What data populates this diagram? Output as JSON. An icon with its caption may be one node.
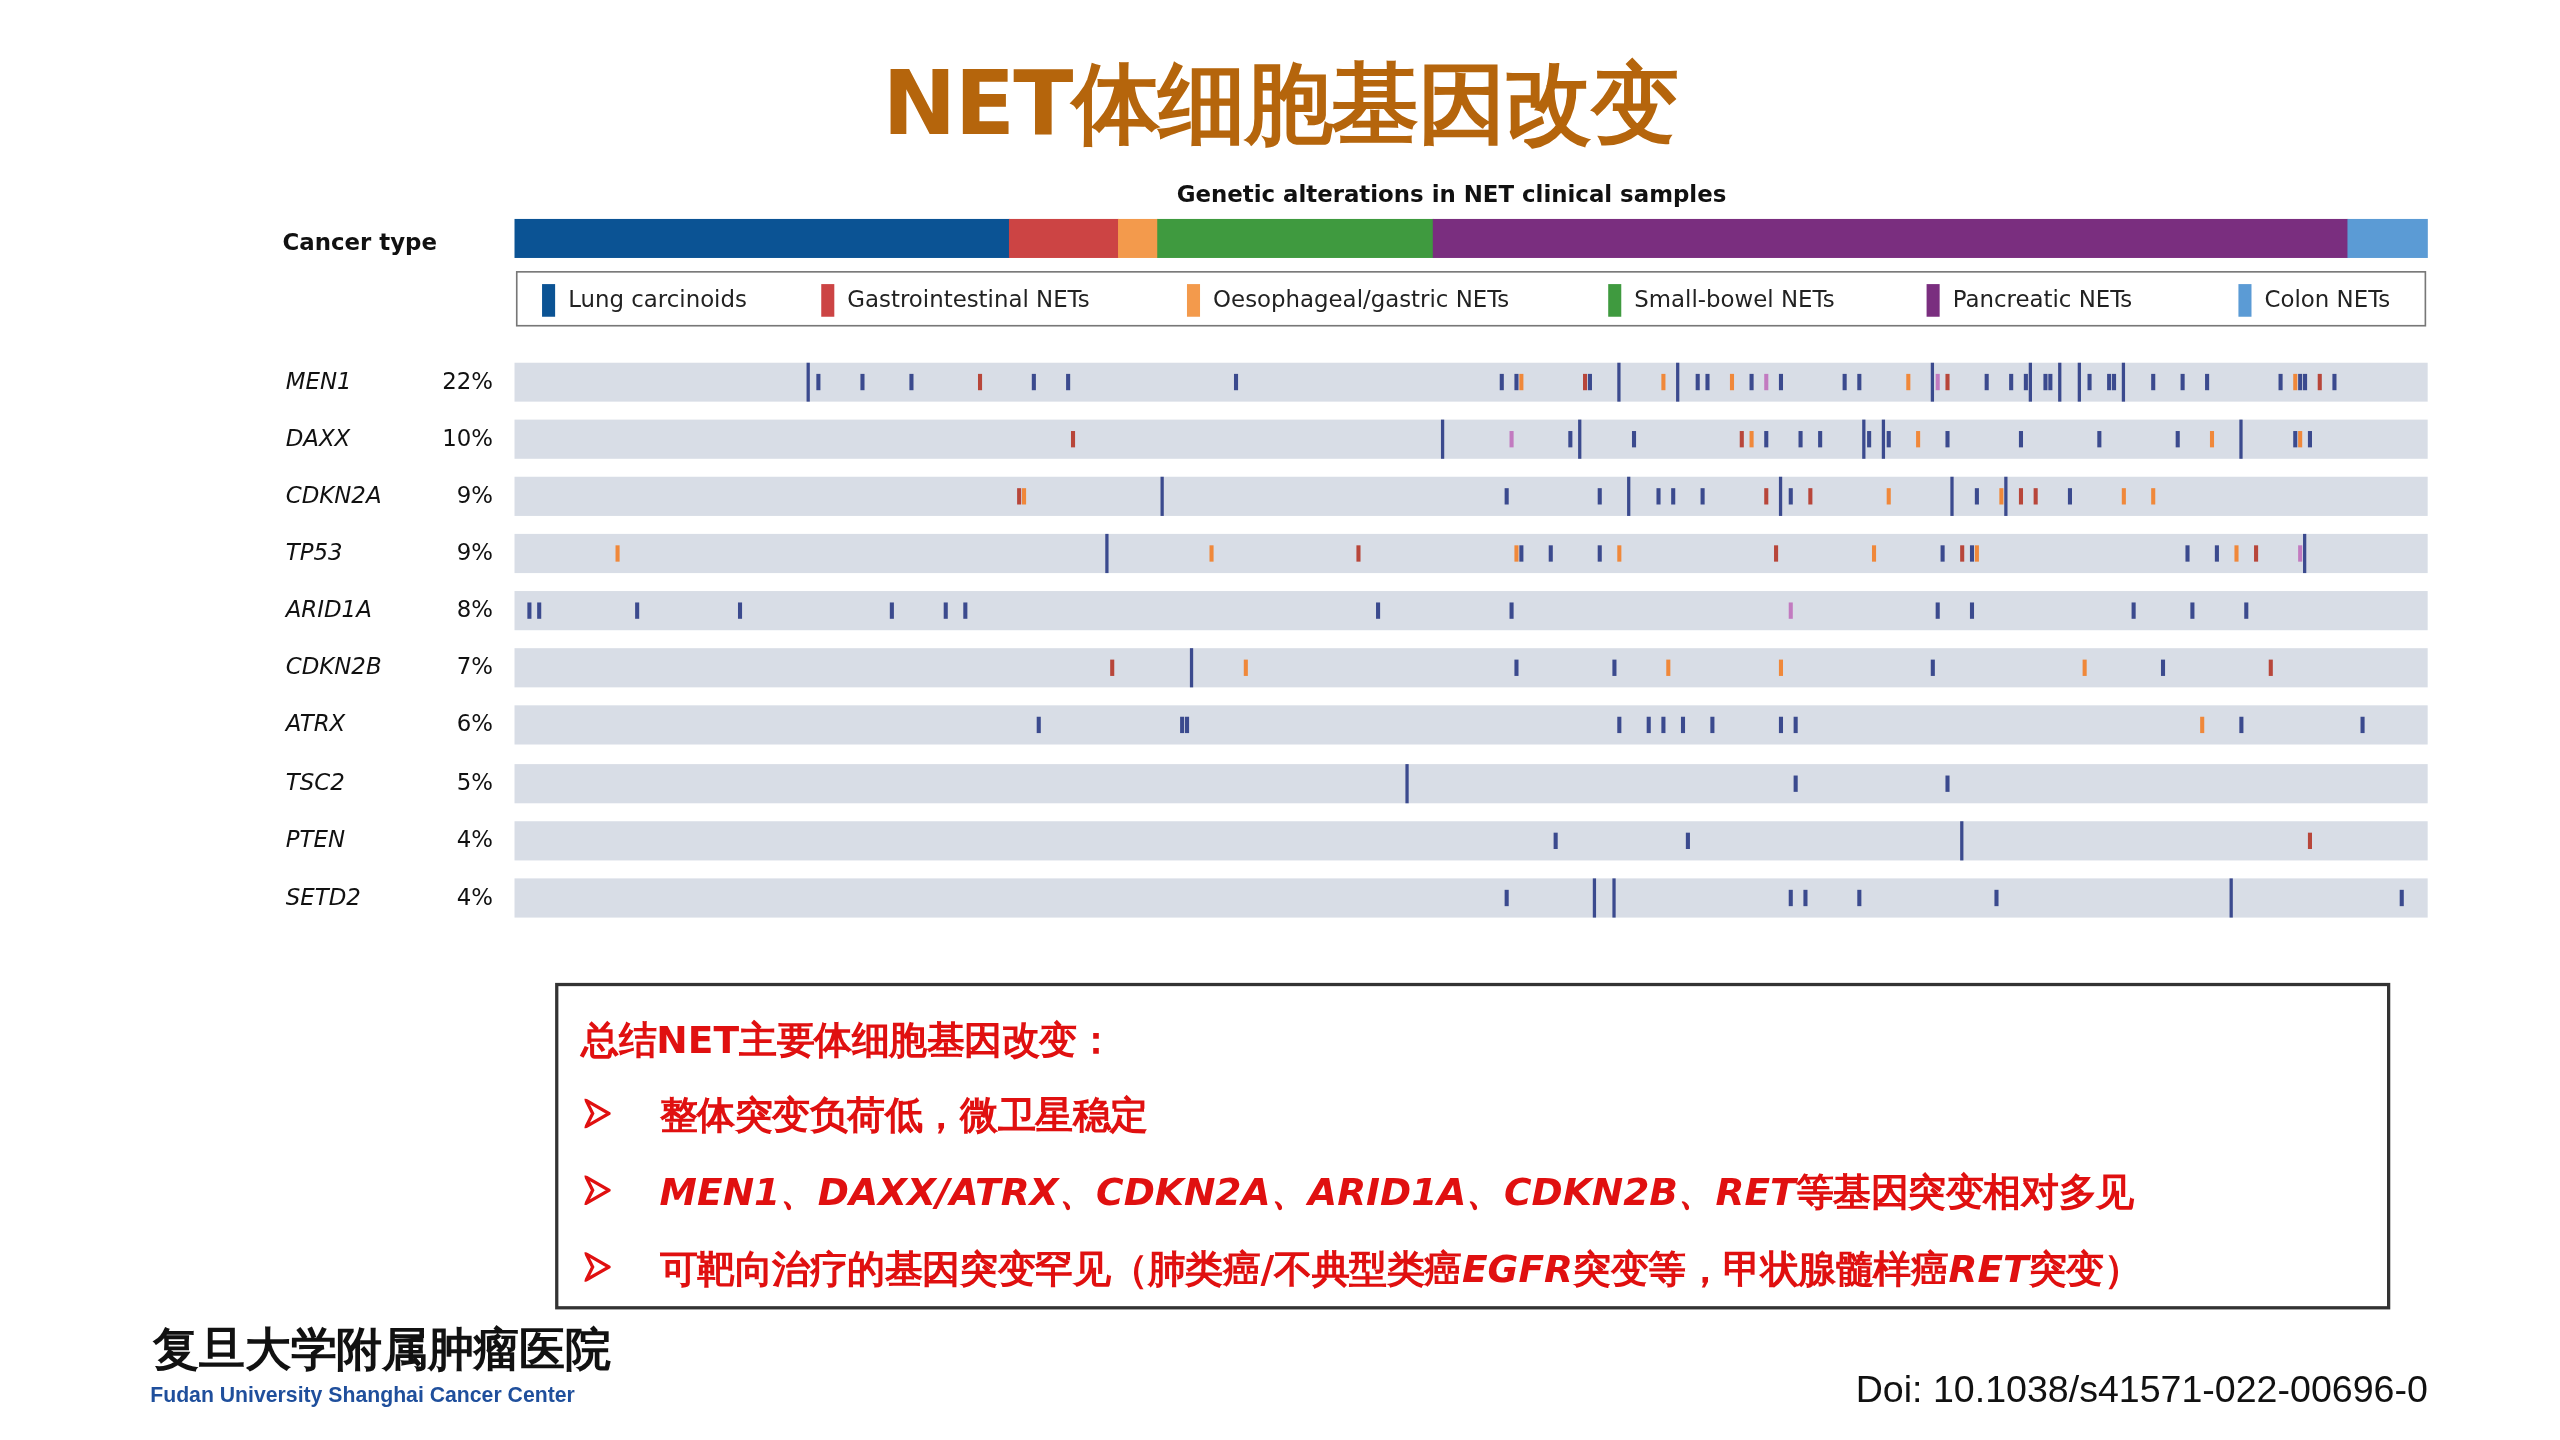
{
  "diagram": {
    "title": "NET体细胞基因改变",
    "labels": [
      "Genetic alterations in NET clinical samples",
      "Cancer type",
      "MEN1",
      "22%",
      "DAXX",
      "10%",
      "CDKN2A",
      "9%",
      "TP53",
      "9%",
      "ARID1A",
      "8%",
      "CDKN2B",
      "7%",
      "ATRX",
      "6%",
      "TSC2",
      "5%",
      "PTEN",
      "4%",
      "SETD2",
      "4%",
      "总结NET主要体细胞基因改变：",
      "整体突变负荷低，微卫星稳定",
      "MEN1、DAXX/ATRX、CDKN2A、ARID1A、CDKN2B、RET",
      "等基因突变相对多见",
      "可靶向治疗的基因突变罕见（肺类癌/不典型类癌",
      "EGFR",
      "突变等，甲状腺髓样癌",
      "RET",
      "突变）",
      "复旦大学附属肿瘤医院",
      "Fudan University Shanghai Cancer Center",
      "Doi: 10.1038/s41571-022-00696-0"
    ],
    "legend": [
      {
        "text": "Lung carcinoids",
        "color": "#0b5394"
      },
      {
        "text": "Gastrointestinal NETs",
        "color": "#cc4444"
      },
      {
        "text": "Oesophageal/gastric NETs",
        "color": "#f39a4c"
      },
      {
        "text": "Small-bowel NETs",
        "color": "#3f9a3f"
      },
      {
        "text": "Pancreatic NETs",
        "color": "#7a2e7f"
      },
      {
        "text": "Colon NETs",
        "color": "#5b9bd5"
      }
    ]
  }
}
